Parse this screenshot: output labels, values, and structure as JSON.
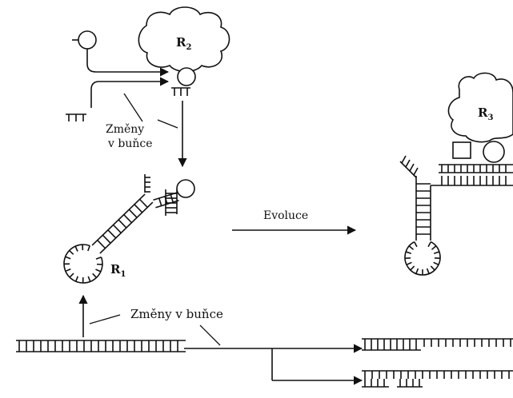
{
  "diagram": {
    "labels": {
      "r2": {
        "base": "R",
        "sub": "2"
      },
      "r3": {
        "base": "R",
        "sub": "3"
      },
      "r1": {
        "base": "R",
        "sub": "1"
      },
      "cell_changes_top_line1": "Změny",
      "cell_changes_top_line2": "v buňce",
      "evolution": "Evoluce",
      "cell_changes_bottom": "Změny v buňce"
    }
  }
}
